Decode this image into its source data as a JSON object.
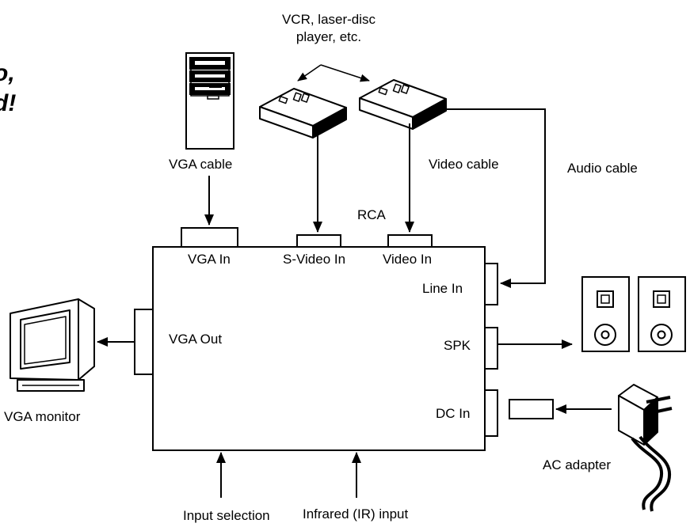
{
  "partial_heading": {
    "line1": "o,",
    "line2": "d!"
  },
  "labels": {
    "vcr_caption_line1": "VCR, laser-disc",
    "vcr_caption_line2": "player, etc.",
    "vga_cable": "VGA cable",
    "video_cable": "Video cable",
    "audio_cable": "Audio cable",
    "rca": "RCA",
    "vga_in": "VGA In",
    "svideo_in": "S-Video In",
    "video_in": "Video In",
    "line_in": "Line In",
    "vga_out": "VGA Out",
    "spk": "SPK",
    "dc_in": "DC In",
    "vga_monitor": "VGA monitor",
    "ac_adapter": "AC adapter",
    "input_selection": "Input selection",
    "ir_input": "Infrared (IR) input"
  },
  "icons": [
    "computer-tower-icon",
    "vcr-icon",
    "monitor-icon",
    "speaker-icon",
    "ac-adapter-icon"
  ]
}
